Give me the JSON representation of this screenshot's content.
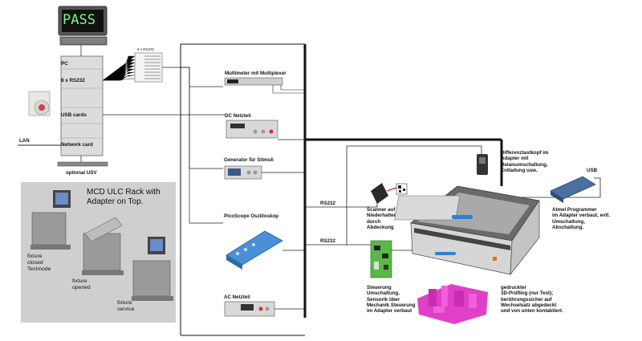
{
  "terminal": {
    "screen_text": "PASS"
  },
  "pc": {
    "label": "PC",
    "rs232": "8 x RS232",
    "usb": "USB cards",
    "network": "Network card"
  },
  "lan": "LAN",
  "usv": "optional USV",
  "serial_adapter_label": "8 x RS232",
  "devices": {
    "multimeter": "Multimeter mit Multiplexer",
    "dc": "DC Netzteil",
    "generator": "Generator für Stimuli",
    "scope": "PicoScope Oszilloskop",
    "ac": "AC Netzteil"
  },
  "rs232_a": "RS232",
  "rs232_b": "RS232",
  "usb": "USB",
  "scanner": [
    "Scanner auf",
    "Niederhalter",
    "durch",
    "Abdeckung"
  ],
  "probe": [
    "Differenztastkopf im",
    "Adapter mit",
    "Relaisumschaltung,",
    "Entladung usw."
  ],
  "atmel": [
    "Atmel Programmer",
    "im Adapter verbaut, evtl.",
    "Umschaltung,",
    "Abschaltung."
  ],
  "control": [
    "Steuerung",
    "Umschaltung,",
    "Sensorik über",
    "Mechanik Steuerung",
    "im Adapter verbaut"
  ],
  "printed": [
    "gedruckter",
    "3D-Prüfling (nur Test);",
    "berührungssicher auf",
    "Wechselsatz abgedeckt",
    "und von unten kontaktiert."
  ],
  "rack": {
    "title": [
      "MCD ULC Rack with",
      "Adapter on Top."
    ],
    "closed": [
      "fixture",
      "closed",
      "Testmode"
    ],
    "opened": [
      "fixture",
      "opened"
    ],
    "service": [
      "fixture",
      "service"
    ]
  },
  "colors": {
    "bus": "#111111",
    "wire": "#222222",
    "terminal_text": "#7cfa7c",
    "scope_blue": "#4a90d9",
    "pcb_green": "#58b947",
    "print_magenta": "#e040c8",
    "handle_blue": "#2f7fd6"
  }
}
